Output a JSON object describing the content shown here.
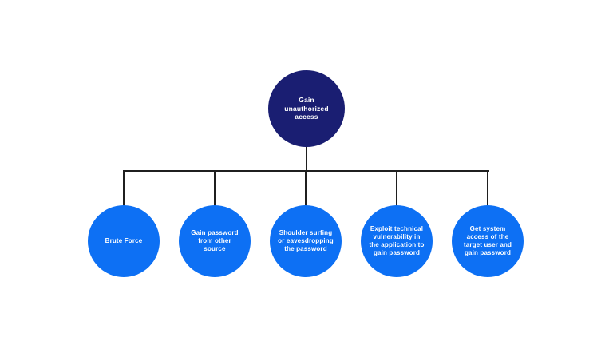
{
  "diagram": {
    "title": "attack tree: gain unauthorized access",
    "colors": {
      "root_fill": "#1a1e72",
      "child_fill": "#0d70f4",
      "line": "#1f1f1f",
      "text": "#ffffff",
      "bg": "#ffffff"
    },
    "root": {
      "label": "Gain\nunauthorized\naccess"
    },
    "children": [
      {
        "label": "Brute Force"
      },
      {
        "label": "Gain password\nfrom other\nsource"
      },
      {
        "label": "Shoulder surfing\nor eavesdropping\nthe password"
      },
      {
        "label": "Exploit technical\nvulnerability in\nthe application to\ngain password"
      },
      {
        "label": "Get system\naccess of the\ntarget user and\ngain password"
      }
    ]
  }
}
